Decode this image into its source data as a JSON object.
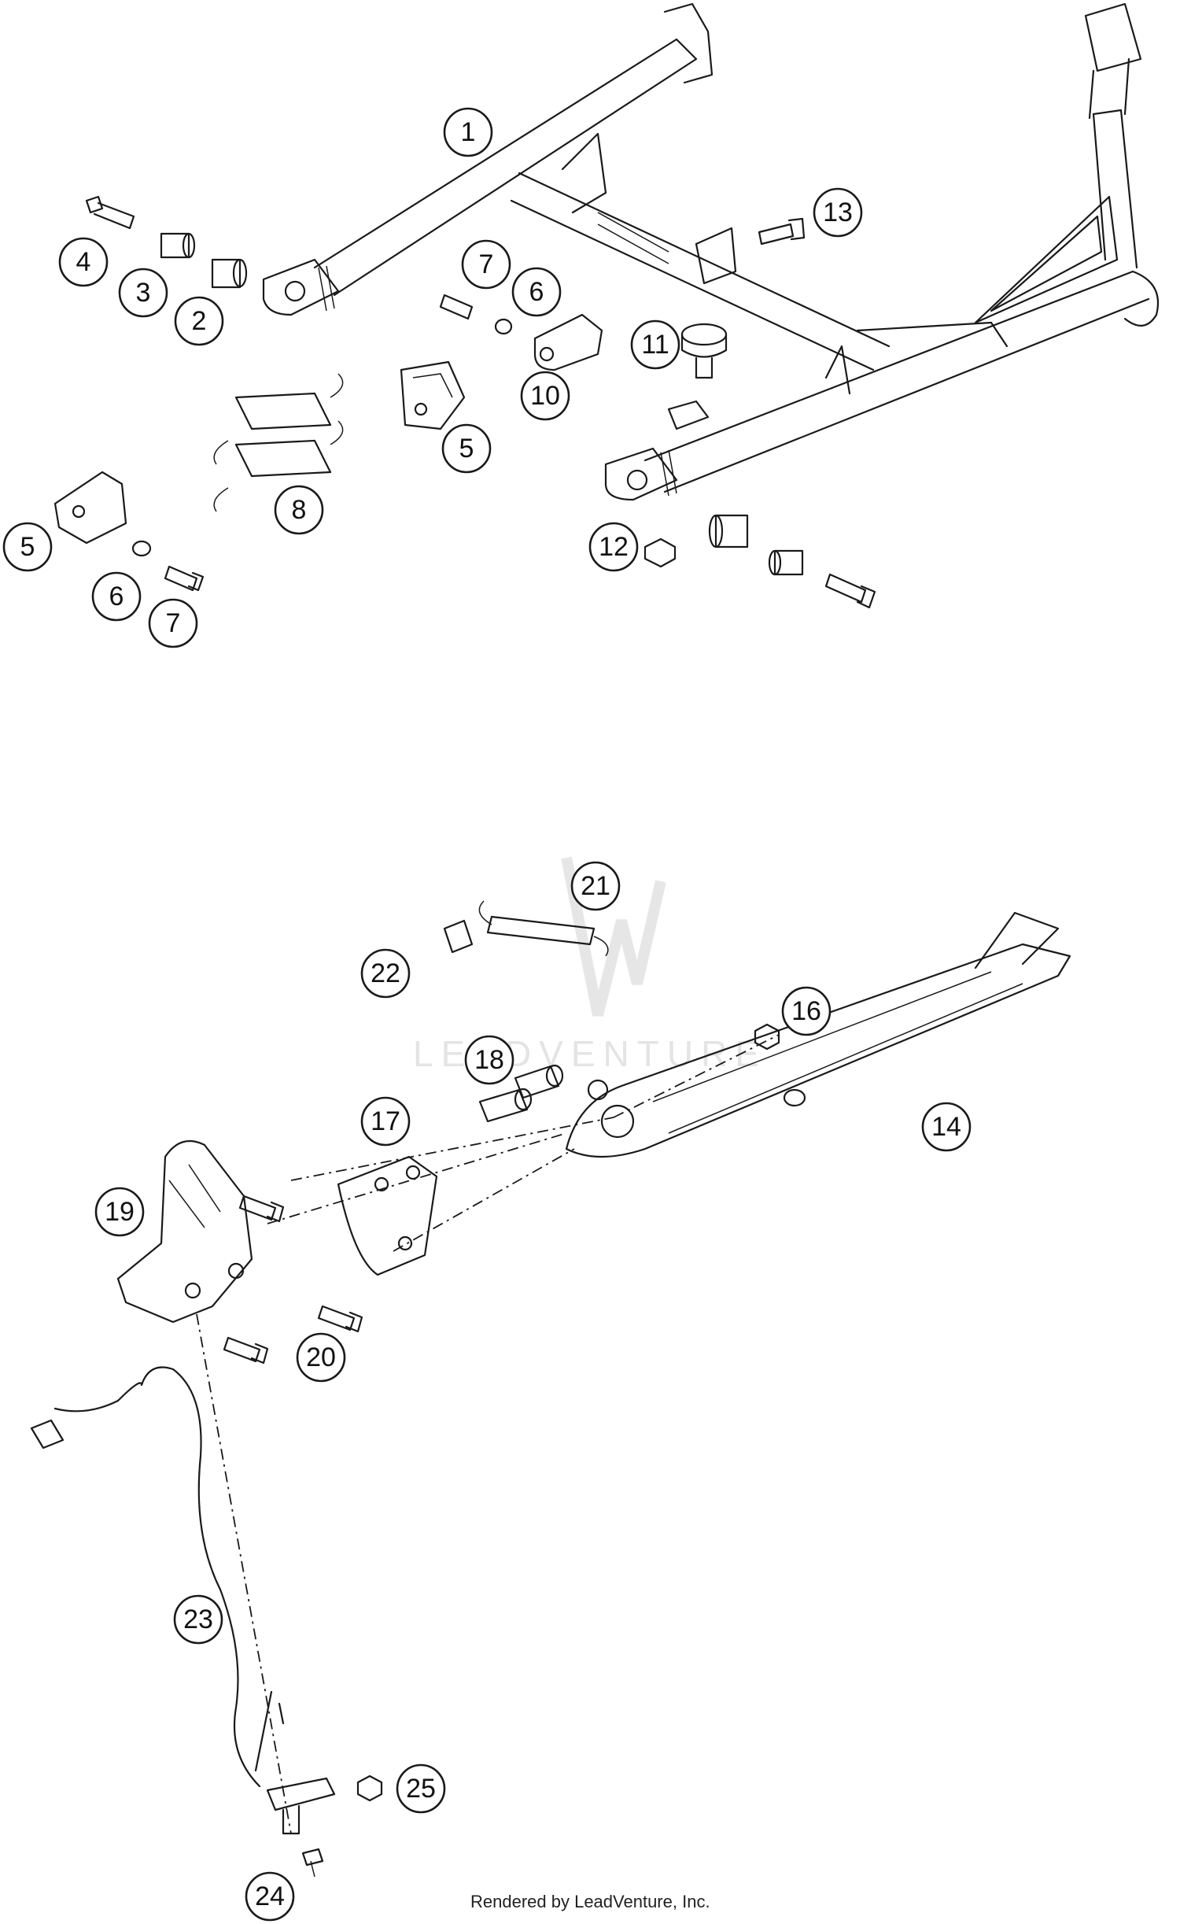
{
  "callouts_top": [
    "1",
    "2",
    "3",
    "4",
    "5",
    "6",
    "7",
    "8",
    "5",
    "6",
    "7",
    "10",
    "11",
    "12",
    "13"
  ],
  "callouts_bottom": [
    "14",
    "16",
    "17",
    "18",
    "19",
    "20",
    "21",
    "22",
    "23",
    "24",
    "25"
  ],
  "watermark": "LEADVENTURE",
  "credit": "Rendered by LeadVenture, Inc."
}
